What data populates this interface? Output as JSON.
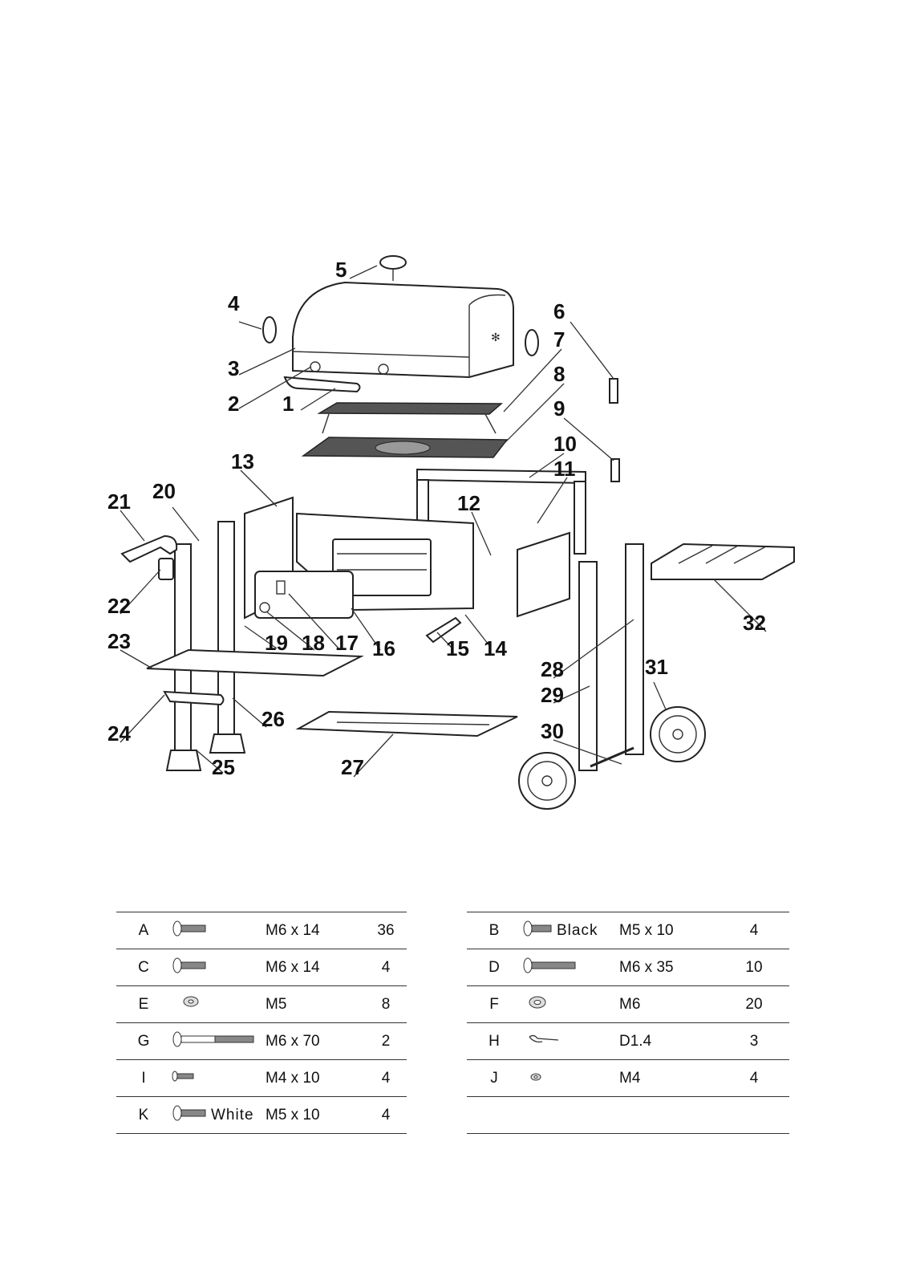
{
  "parts": [
    "1",
    "2",
    "3",
    "4",
    "5",
    "6",
    "7",
    "8",
    "9",
    "10",
    "11",
    "12",
    "13",
    "14",
    "15",
    "16",
    "17",
    "18",
    "19",
    "20",
    "21",
    "22",
    "23",
    "24",
    "25",
    "26",
    "27",
    "28",
    "29",
    "30",
    "31",
    "32"
  ],
  "hardware_left": [
    {
      "letter": "A",
      "icon": "round-head-screw-icon",
      "size": "M6 x 14",
      "qty": "36"
    },
    {
      "letter": "C",
      "icon": "round-head-screw-icon",
      "size": "M6 x 14",
      "qty": "4"
    },
    {
      "letter": "E",
      "icon": "nut-icon",
      "size": "M5",
      "qty": "8"
    },
    {
      "letter": "G",
      "icon": "long-bolt-icon",
      "size": "M6 x 70",
      "qty": "2"
    },
    {
      "letter": "I",
      "icon": "small-screw-icon",
      "size": "M4 x 10",
      "qty": "4"
    },
    {
      "letter": "K",
      "icon": "round-head-screw-icon",
      "color": "White",
      "size": "M5 x 10",
      "qty": "4"
    }
  ],
  "hardware_right": [
    {
      "letter": "B",
      "icon": "round-head-screw-icon",
      "color": "Black",
      "size": "M5 x 10",
      "qty": "4"
    },
    {
      "letter": "D",
      "icon": "long-screw-icon",
      "size": "M6 x 35",
      "qty": "10"
    },
    {
      "letter": "F",
      "icon": "nut-icon",
      "size": "M6",
      "qty": "20"
    },
    {
      "letter": "H",
      "icon": "r-clip-icon",
      "size": "D1.4",
      "qty": "3"
    },
    {
      "letter": "J",
      "icon": "small-nut-icon",
      "size": "M4",
      "qty": "4"
    },
    {
      "letter": "",
      "icon": "",
      "size": "",
      "qty": ""
    }
  ]
}
